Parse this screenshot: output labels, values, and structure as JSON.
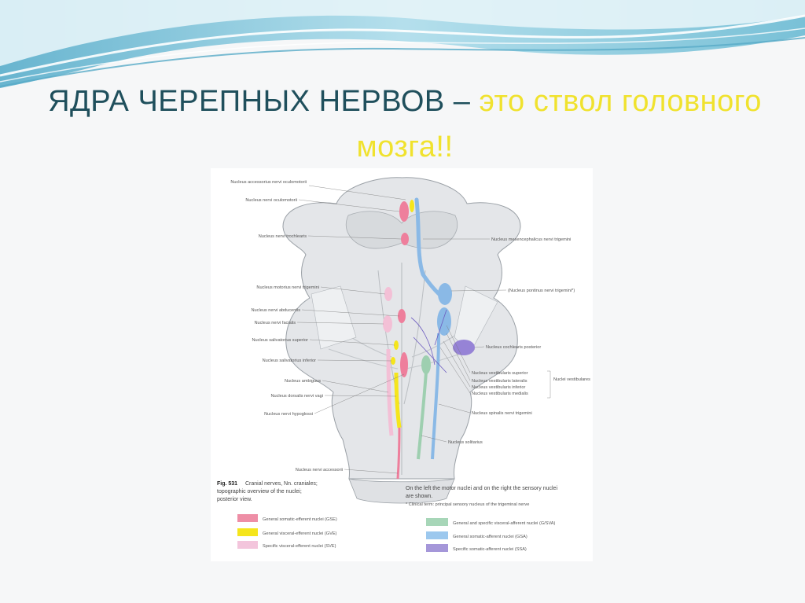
{
  "slide": {
    "title_part1": "ЯДРА ЧЕРЕПНЫХ НЕРВОВ – ",
    "title_part2": "это ствол головного мозга!!"
  },
  "figure": {
    "labels_left": [
      "Nucleus accessorius nervi oculomotorii",
      "Nucleus nervi oculomotorii",
      "Nucleus nervi trochlearis",
      "Nucleus motorius nervi trigemini",
      "Nucleus nervi abducentis",
      "Nucleus nervi facialis",
      "Nucleus salivatorius superior",
      "Nucleus salivatorius inferior",
      "Nucleus ambiguus",
      "Nucleus dorsalis nervi vagi",
      "Nucleus nervi hypoglossi",
      "Nucleus nervi accessorii"
    ],
    "labels_right": [
      "Nucleus mesencephalicus nervi trigemini",
      "(Nucleus pontinus nervi trigemini*)",
      "Nucleus cochlearis posterior",
      "Nucleus vestibularis superior",
      "Nucleus vestibularis lateralis",
      "Nucleus vestibularis inferior",
      "Nucleus vestibularis medialis",
      "Nuclei vestibulares",
      "Nucleus spinalis nervi trigemini",
      "Nucleus solitarius"
    ],
    "caption": {
      "fig_no": "Fig. 531",
      "lines": [
        "Cranial nerves, Nn. craniales;",
        "topographic overview of the nuclei;",
        "posterior view."
      ]
    },
    "note": {
      "lines": [
        "On the left the motor nuclei and on the right the sensory nuclei",
        "are shown."
      ],
      "footnote": "* Clinical term: principal sensory nucleus of the trigeminal nerve"
    },
    "legend_left": [
      {
        "label": "General somatic-efferent nuclei (GSE)",
        "color": "#ee8ea6"
      },
      {
        "label": "General visceral-efferent nuclei (GVE)",
        "color": "#f5e51c"
      },
      {
        "label": "Specific visceral-efferent nuclei (SVE)",
        "color": "#f3c5dc"
      }
    ],
    "legend_right": [
      {
        "label": "General and specific visceral-afferent nuclei (G/SVA)",
        "color": "#a7d6b8"
      },
      {
        "label": "General somatic-afferent nuclei (GSA)",
        "color": "#9cc8ee"
      },
      {
        "label": "Specific somatic-afferent nuclei (SSA)",
        "color": "#a597d9"
      }
    ]
  },
  "colors": {
    "title_dark": "#1f4f5c",
    "title_accent": "#f0e22e",
    "wave_blue": "#7fc4d8"
  }
}
